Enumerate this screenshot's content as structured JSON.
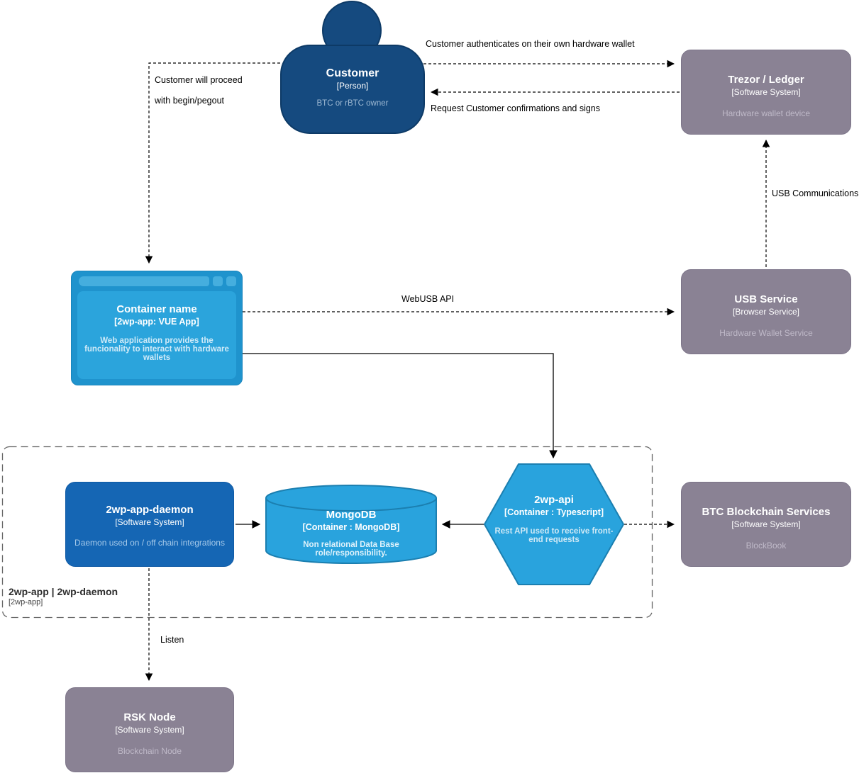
{
  "nodes": {
    "customer": {
      "title": "Customer",
      "subtitle": "[Person]",
      "desc": "BTC or rBTC owner"
    },
    "trezor": {
      "title": "Trezor / Ledger",
      "subtitle": "[Software System]",
      "desc": "Hardware wallet device"
    },
    "container": {
      "title": "Container name",
      "subtitle": "[2wp-app: VUE App]",
      "desc": "Web application provides the funcionality to interact with hardware wallets"
    },
    "usb_service": {
      "title": "USB Service",
      "subtitle": "[Browser Service]",
      "desc": "Hardware Wallet Service"
    },
    "daemon": {
      "title": "2wp-app-daemon",
      "subtitle": "[Software System]",
      "desc": "Daemon used on / off chain integrations"
    },
    "mongodb": {
      "title": "MongoDB",
      "subtitle": "[Container : MongoDB]",
      "desc": "Non relational Data Base role/responsibility."
    },
    "api": {
      "title": "2wp-api",
      "subtitle": "[Container : Typescript]",
      "desc": "Rest API used to receive front-end requests"
    },
    "btc": {
      "title": "BTC Blockchain Services",
      "subtitle": "[Software System]",
      "desc": "BlockBook"
    },
    "rsk": {
      "title": "RSK Node",
      "subtitle": "[Software System]",
      "desc": "Blockchain Node"
    }
  },
  "boundary": {
    "title": "2wp-app | 2wp-daemon",
    "subtitle": "[2wp-app]"
  },
  "edges": {
    "auth": "Customer authenticates on their own hardware wallet",
    "request": "Request Customer confirmations and signs",
    "proceed_line1": "Customer will proceed",
    "proceed_line2": "with begin/pegout",
    "webusb": "WebUSB API",
    "usb_comm": "USB Communications",
    "listen": "Listen"
  },
  "colors": {
    "person_fill": "#154a7f",
    "blue_system_fill": "#1566b4",
    "light_blue_fill": "#29a3dd",
    "gray_fill": "#8a8294",
    "edge_color": "#000000",
    "boundary_stroke": "#666666"
  }
}
